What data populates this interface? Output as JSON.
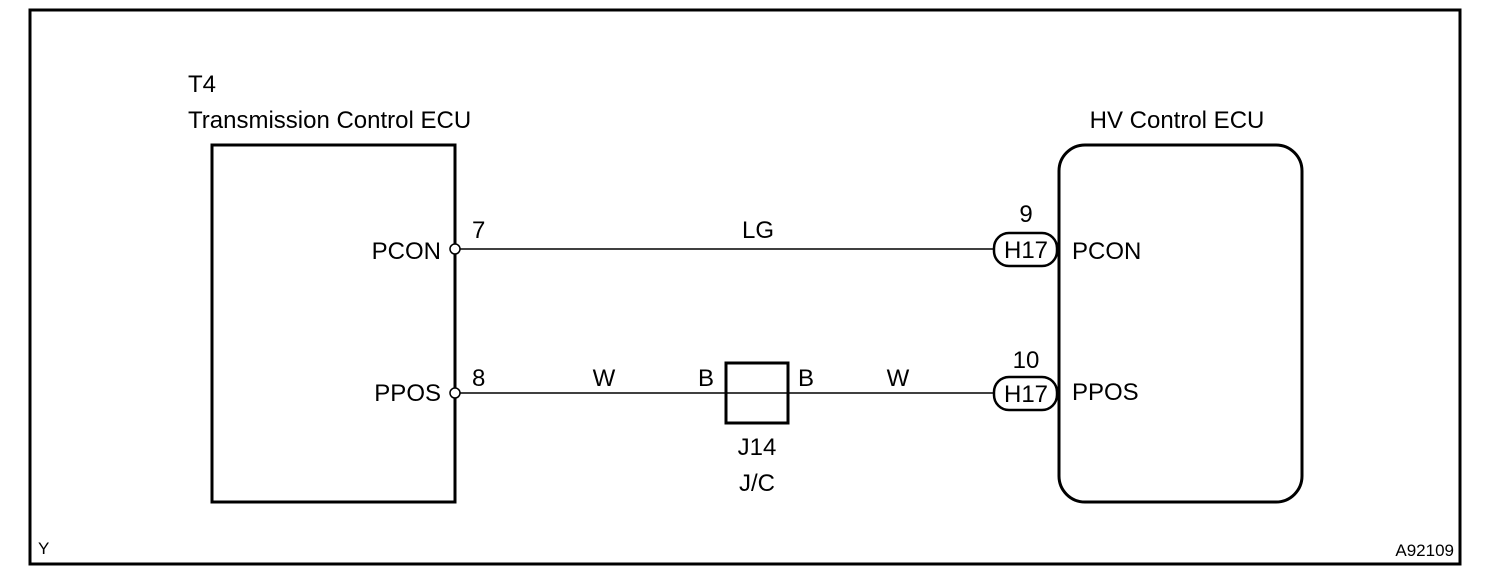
{
  "frame": {
    "corner_left": "Y",
    "corner_right": "A92109"
  },
  "transmission_ecu": {
    "code": "T4",
    "title": "Transmission Control ECU",
    "pins": [
      {
        "name": "PCON",
        "number": "7"
      },
      {
        "name": "PPOS",
        "number": "8"
      }
    ]
  },
  "hv_ecu": {
    "title": "HV Control ECU",
    "pins": [
      {
        "name": "PCON",
        "number": "9",
        "connector": "H17"
      },
      {
        "name": "PPOS",
        "number": "10",
        "connector": "H17"
      }
    ]
  },
  "wires": {
    "pcon_color": "LG",
    "ppos_left_color": "W",
    "ppos_right_color": "W"
  },
  "junction": {
    "left_pin": "B",
    "right_pin": "B",
    "code": "J14",
    "type": "J/C"
  }
}
